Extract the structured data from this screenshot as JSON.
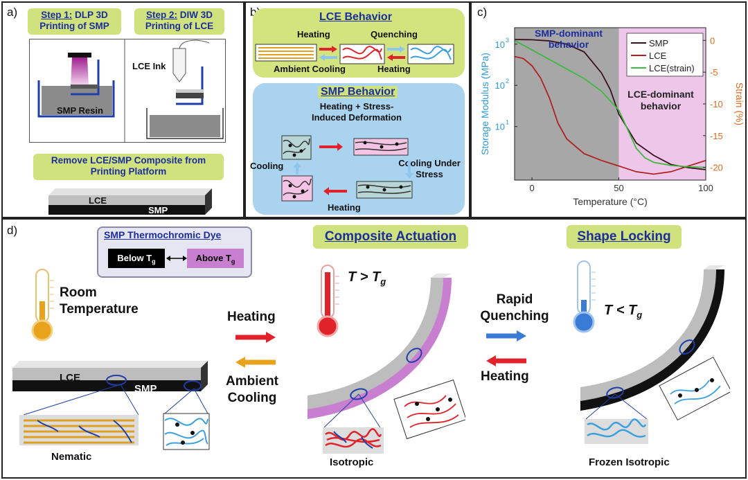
{
  "panel_a": {
    "label": "a)",
    "step1_prefix": "Step 1:",
    "step1_text": "DLP 3D",
    "step1_text2": "Printing of SMP",
    "step2_prefix": "Step 2:",
    "step2_text": "DIW 3D",
    "step2_text2": "Printing of LCE",
    "smp_resin": "SMP Resin",
    "lce_ink": "LCE Ink",
    "remove_line1": "Remove LCE/SMP Composite from",
    "remove_line2": "Printing Platform",
    "bar_lce": "LCE",
    "bar_smp": "SMP"
  },
  "panel_b": {
    "label": "b)",
    "lce_title": "LCE Behavior",
    "heating": "Heating",
    "quenching": "Quenching",
    "ambient_cooling": "Ambient Cooling",
    "heating2": "Heating",
    "smp_title": "SMP Behavior",
    "stress_line1": "Heating + Stress-",
    "stress_line2": "Induced Deformation",
    "cooling": "Cooling",
    "cooling_under1": "Cooling Under",
    "cooling_under2": "Stress",
    "heating3": "Heating"
  },
  "panel_c": {
    "label": "c)",
    "smp_region_line1": "SMP-dominant",
    "smp_region_line2": "behavior",
    "lce_region_line1": "LCE-dominant",
    "lce_region_line2": "behavior",
    "colors": {
      "smp": "#3a1020",
      "lce": "#b02020",
      "lce_strain": "#3fb83f",
      "left_axis": "#2b9ad6",
      "right_axis": "#e06a1a"
    }
  },
  "chart_data": {
    "type": "line",
    "xlabel": "Temperature (°C)",
    "ylabel_left": "Storage Modulus (MPa)",
    "ylabel_right": "Strain (%)",
    "xlim": [
      -10,
      100
    ],
    "x_ticks": [
      "0",
      "50",
      "100"
    ],
    "y_left_scale": "log",
    "y_left_ticks": [
      "10",
      "10",
      "10"
    ],
    "y_left_exponents": [
      "3",
      "2",
      "1"
    ],
    "y_right_ticks": [
      "0",
      "-5",
      "-10",
      "-15",
      "-20"
    ],
    "ylim_right": [
      -22,
      2
    ],
    "legend": [
      "SMP",
      "LCE",
      "LCE(strain)"
    ],
    "legend_position": "top-right",
    "series": [
      {
        "name": "SMP",
        "axis": "left",
        "x": [
          -10,
          0,
          10,
          20,
          30,
          40,
          45,
          50,
          60,
          70,
          80,
          90,
          100
        ],
        "y": [
          1300,
          1280,
          1200,
          1000,
          650,
          200,
          80,
          20,
          4,
          2,
          1.2,
          1,
          0.9
        ]
      },
      {
        "name": "LCE",
        "axis": "left",
        "x": [
          -10,
          -5,
          0,
          5,
          10,
          15,
          20,
          30,
          40,
          50,
          60,
          70,
          80,
          90,
          100
        ],
        "y": [
          500,
          450,
          300,
          150,
          50,
          12,
          5,
          2.2,
          1.5,
          1.1,
          0.8,
          0.7,
          0.8,
          1.1,
          1.5
        ]
      },
      {
        "name": "LCE(strain)",
        "axis": "right",
        "x": [
          -10,
          0,
          10,
          20,
          30,
          40,
          50,
          55,
          60,
          65,
          70,
          80,
          90,
          100
        ],
        "y": [
          0,
          -1.5,
          -3,
          -4.5,
          -6,
          -8,
          -11,
          -14,
          -17,
          -18.5,
          -19.2,
          -19.7,
          -19.9,
          -20
        ]
      }
    ],
    "shaded_regions": [
      {
        "label": "SMP-dominant behavior",
        "x": [
          -10,
          50
        ],
        "color": "#a7a7a7"
      },
      {
        "label": "LCE-dominant behavior",
        "x": [
          50,
          100
        ],
        "color": "#eec6ea"
      }
    ]
  },
  "panel_d": {
    "label": "d)",
    "dye_title": "SMP Thermochromic Dye",
    "below_tg": "Below T",
    "above_tg": "Above T",
    "tg_sub": "g",
    "room_temp1": "Room",
    "room_temp2": "Temperature",
    "heating": "Heating",
    "ambient1": "Ambient",
    "ambient2": "Cooling",
    "composite_title": "Composite Actuation",
    "t_gt": "T > T",
    "rapid1": "Rapid",
    "rapid2": "Quenching",
    "heating2": "Heating",
    "locking_title": "Shape Locking",
    "t_lt": "T < T",
    "bar_lce": "LCE",
    "bar_smp": "SMP",
    "nematic": "Nematic",
    "isotropic": "Isotropic",
    "frozen": "Frozen Isotropic",
    "colors": {
      "hot": "#e0232a",
      "cold": "#3a7bd5",
      "warm": "#e8a21c",
      "dye_above": "#c97fd0"
    }
  }
}
